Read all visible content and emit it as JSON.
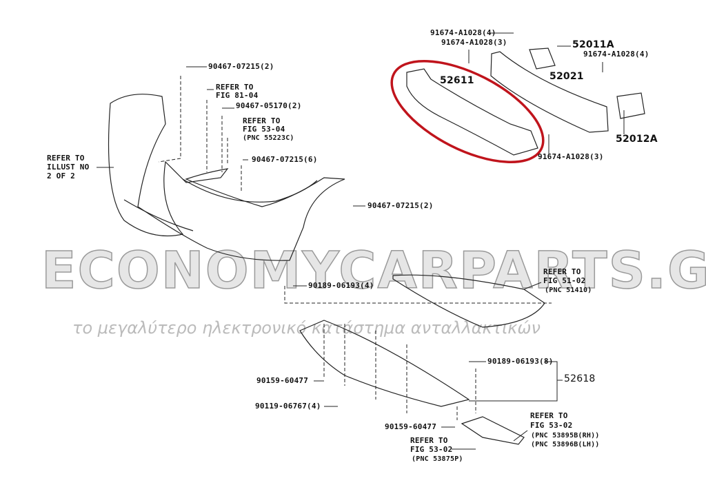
{
  "watermark": {
    "brand": "ECONOMYCARPARTS.GR",
    "tagline": "το μεγαλύτερο ηλεκτρονικό κατάστημα ανταλλακτικών"
  },
  "highlight_color": "#c0141c",
  "labels": {
    "l1": "91674-A1028(4)",
    "l2": "91674-A1028(3)",
    "l3": "52011A",
    "l4": "91674-A1028(4)",
    "l5": "52611",
    "l6": "52021",
    "l7": "52012A",
    "l8": "91674-A1028(3)",
    "l9": "90467-07215(2)",
    "l10a": "REFER TO",
    "l10b": "FIG 81-04",
    "l11": "90467-05170(2)",
    "l12a": "REFER TO",
    "l12b": "FIG 53-04",
    "l12c": "(PNC 55223C)",
    "l13": "90467-07215(6)",
    "l14a": "REFER TO",
    "l14b": "ILLUST NO",
    "l14c": "2 OF 2",
    "l15": "90467-07215(2)",
    "l16": "90189-06193(4)",
    "l17a": "REFER TO",
    "l17b": "FIG 51-02",
    "l17c": "(PNC 51410)",
    "l18": "90189-06193(8)",
    "l19": "52618",
    "l20": "90159-60477",
    "l21": "90119-06767(4)",
    "l22": "90159-60477",
    "l23a": "REFER TO",
    "l23b": "FIG 53-02",
    "l23c": "(PNC 53875P)",
    "l24a": "REFER TO",
    "l24b": "FIG 53-02",
    "l24c": "(PNC 53895B(RH))",
    "l24d": "(PNC 53896B(LH))"
  }
}
